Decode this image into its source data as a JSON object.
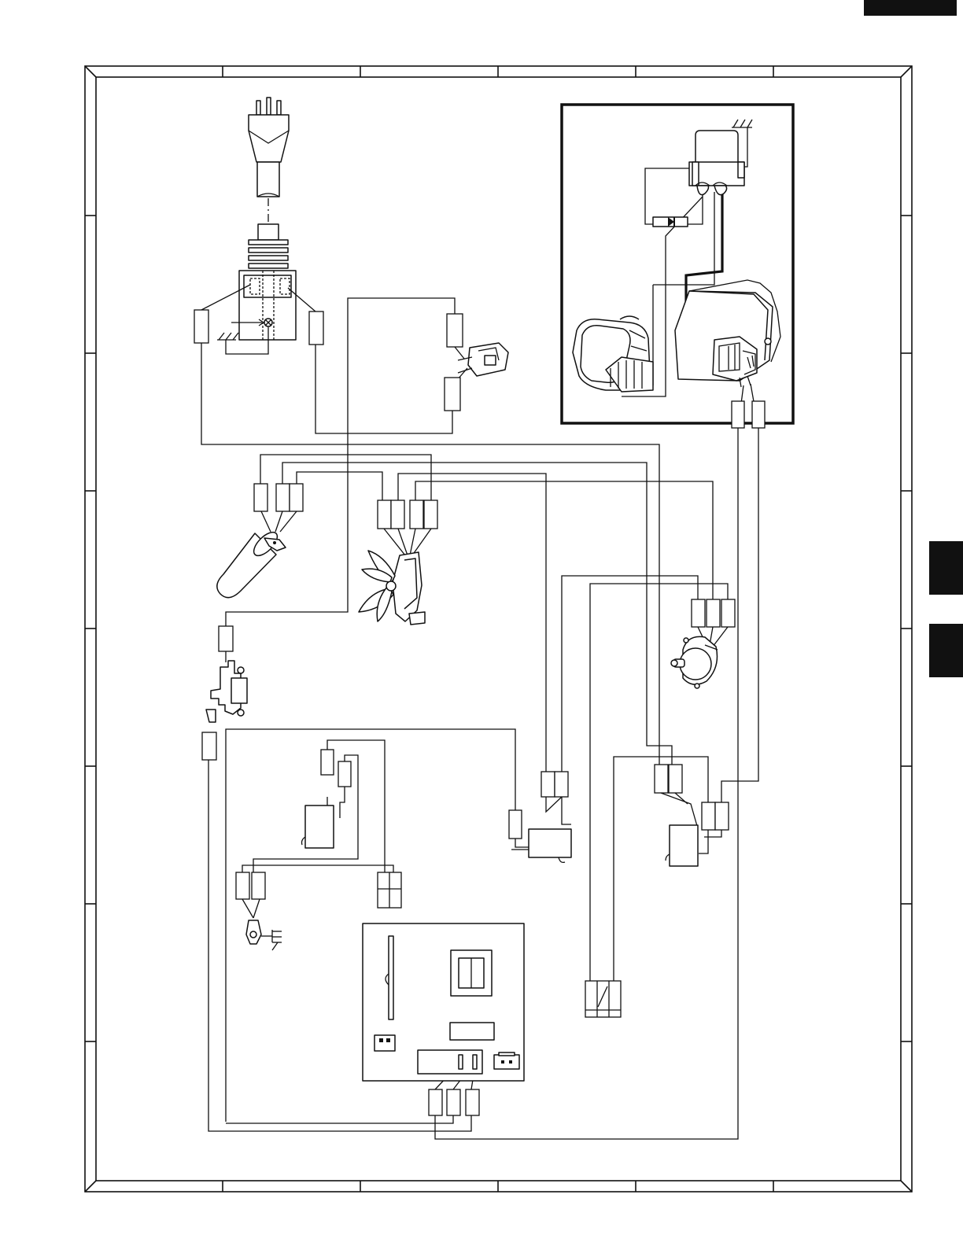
{
  "page": {
    "width": 1224,
    "height": 1584
  },
  "colors": {
    "ink": "#111111",
    "paper": "#ffffff"
  },
  "side_tabs": [
    "top-right-tab",
    "side-tab-upper",
    "side-tab-lower"
  ],
  "components": [
    "power-plug",
    "noise-filter",
    "ground-symbol",
    "thermal-cutout",
    "capacitor",
    "fan-motor",
    "turntable-motor",
    "interlock-switch",
    "door-sensing-switch",
    "monitor-switch",
    "oven-lamp",
    "ground-terminal",
    "control-unit",
    "magnetron",
    "high-voltage-transformer",
    "high-voltage-capacitor",
    "high-voltage-diode",
    "wire-connector"
  ]
}
